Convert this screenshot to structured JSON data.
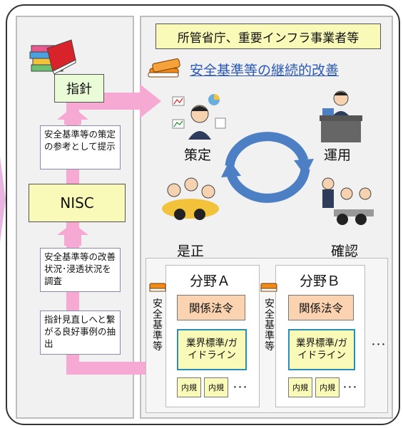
{
  "header": {
    "title": "所管省庁、重要インフラ事業者等"
  },
  "subtitle": "安全基準等の継続的改善",
  "left": {
    "guideline": "指針",
    "note_top": "安全基準等の策定の参考として提示",
    "nisc": "NISC",
    "note_mid": "安全基準等の改善状況･浸透状況を調査",
    "note_bot": "指針見直しへと繋がる良好事例の抽出"
  },
  "cycle": {
    "plan": "策定",
    "operate": "運用",
    "correct": "是正",
    "check": "確認"
  },
  "fields": [
    {
      "name": "分野Ａ",
      "vertical": "安全基準等",
      "law": "関係法令",
      "standard": "業界標準/ガイドライン",
      "rule1": "内規",
      "rule2": "内規",
      "more": "･･･"
    },
    {
      "name": "分野Ｂ",
      "vertical": "安全基準等",
      "law": "関係法令",
      "standard": "業界標準/ガイドライン",
      "rule1": "内規",
      "rule2": "内規",
      "more": "･･･"
    }
  ],
  "more_fields": "･･･",
  "colors": {
    "arrow_pink": "#f6a9d3",
    "cycle_blue": "#4d7fc4",
    "frame_grey": "#f1f1f1",
    "panel_yellow": "#fafab8",
    "law_orange": "#fcd3b0",
    "standard_border": "#2a8fb7"
  }
}
